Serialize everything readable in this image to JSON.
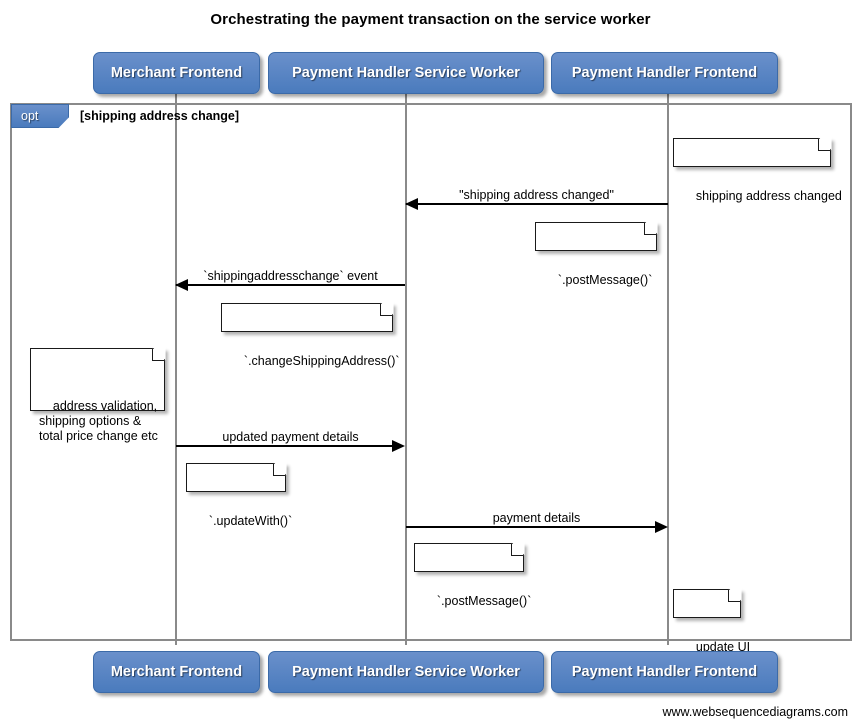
{
  "diagram": {
    "title": "Orchestrating the payment transaction on the service worker",
    "footer": "www.websequencediagrams.com",
    "accent_color": "#4a7bbd",
    "line_color": "#8a8a8a",
    "actors": [
      {
        "id": "merchant-frontend",
        "label": "Merchant Frontend"
      },
      {
        "id": "payment-handler-service-worker",
        "label": "Payment Handler Service Worker"
      },
      {
        "id": "payment-handler-frontend",
        "label": "Payment Handler Frontend"
      }
    ],
    "fragment": {
      "operator": "opt",
      "guard": "[shipping address change]"
    },
    "messages": [
      {
        "id": "shipping-address-changed",
        "label": "\"shipping address changed\"",
        "from": "payment-handler-frontend",
        "to": "payment-handler-service-worker",
        "direction": "left"
      },
      {
        "id": "shippingaddresschange-event",
        "label": "`shippingaddresschange` event",
        "from": "payment-handler-service-worker",
        "to": "merchant-frontend",
        "direction": "left"
      },
      {
        "id": "updated-payment-details",
        "label": "updated payment details",
        "from": "merchant-frontend",
        "to": "payment-handler-service-worker",
        "direction": "right"
      },
      {
        "id": "payment-details",
        "label": "payment details",
        "from": "payment-handler-service-worker",
        "to": "payment-handler-frontend",
        "direction": "right"
      }
    ],
    "notes": [
      {
        "id": "note-shipping-address-changed",
        "text": "shipping address changed"
      },
      {
        "id": "note-post-message-1",
        "text": "`.postMessage()`"
      },
      {
        "id": "note-change-shipping-address",
        "text": "`.changeShippingAddress()`"
      },
      {
        "id": "note-address-validation",
        "text": "address validation,\nshipping options &\ntotal price change etc"
      },
      {
        "id": "note-update-with",
        "text": "`.updateWith()`"
      },
      {
        "id": "note-post-message-2",
        "text": "`.postMessage()`"
      },
      {
        "id": "note-update-ui",
        "text": "update UI"
      }
    ]
  }
}
